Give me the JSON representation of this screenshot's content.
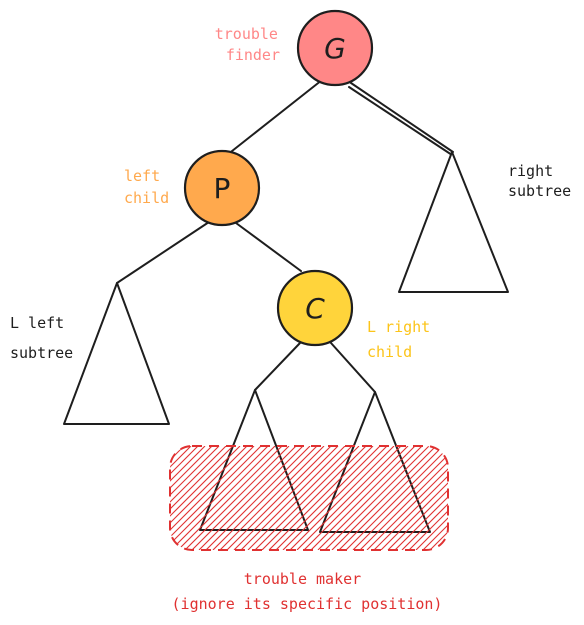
{
  "colors": {
    "edge": "#1e1e1e",
    "node_g": "#ff8787",
    "node_p": "#ffa94d",
    "node_c": "#ffd43b",
    "annotation_g": "#ff8787",
    "annotation_p": "#ffa94d",
    "annotation_c": "#fcc419",
    "annotation_subtree": "#1e1e1e",
    "trouble_region": "#e03131"
  },
  "nodes": {
    "g": "G",
    "p": "P",
    "c": "C"
  },
  "annotations": {
    "g": [
      "trouble",
      "finder"
    ],
    "p": [
      "left",
      "child"
    ],
    "c": [
      "L right",
      "child"
    ],
    "right_subtree": [
      "right",
      "subtree"
    ],
    "l_left_subtree": [
      "L left",
      "subtree"
    ],
    "trouble_maker": [
      "trouble maker",
      "(ignore its specific position)"
    ]
  }
}
